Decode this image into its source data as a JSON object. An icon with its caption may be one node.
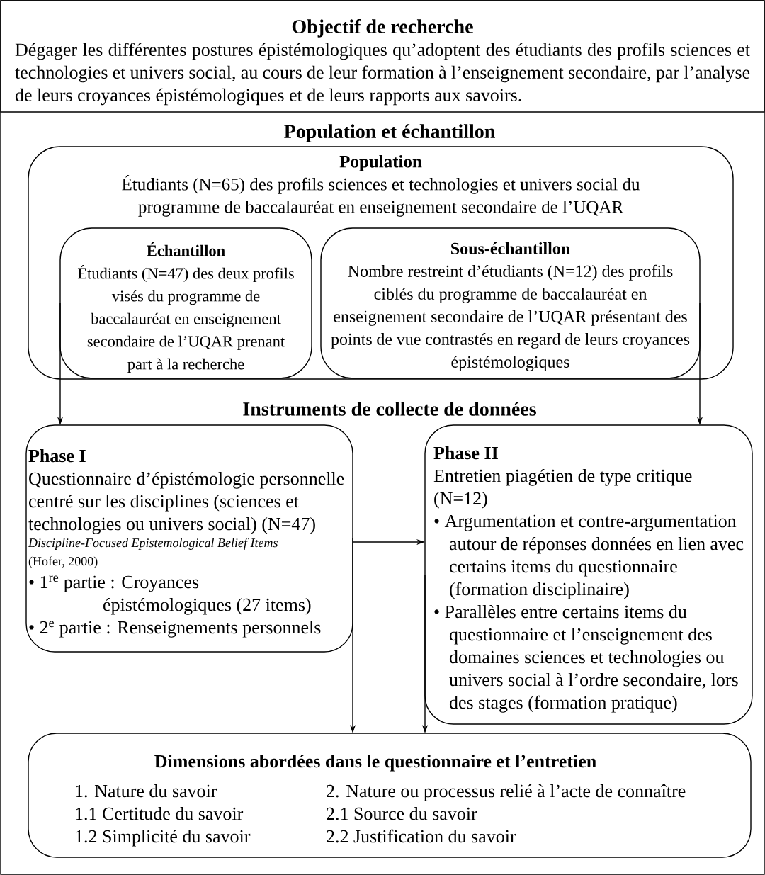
{
  "diagram": {
    "nodes": [
      {
        "text": [
          "Objectif de recherche",
          "Dégager les différentes postures épistémologiques qu’adoptent des étudiants des profils sciences et technologies et univers social, au cours de leur formation à l’enseignement secondaire, par l’analyse de leurs croyances épistémologiques et de leurs rapports aux savoirs."
        ]
      },
      {
        "text": [
          "Population",
          "Étudiants (N=65) des profils sciences et technologies et univers social du programme de baccalauréat en enseignement secondaire de l’UQAR"
        ]
      },
      {
        "text": [
          "Échantillon",
          "Étudiants (N=47) des deux profils visés du programme de baccalauréat en enseignement secondaire de l’UQAR prenant part à la recherche"
        ],
        "in": 1
      },
      {
        "text": [
          "Sous-échantillon",
          "Nombre restreint d’étudiants (N=12) des profils ciblés du programme de baccalauréat en enseignement secondaire de l’UQAR présentant des points de vue contrastés en regard de leurs croyances épistémologiques"
        ],
        "in": 1
      },
      {
        "text": [
          "Phase I",
          "Questionnaire d’épistémologie personnelle centré sur les disciplines (sciences et technologies ou univers social) (N=47)",
          "Discipline-Focused Epistemological Belief Items",
          "(Hofer, 2000)",
          "• 1$^{re}$ partie : Croyances épistémologiques (27 items)",
          "• 2$^{e}$ partie : Renseignements personnels"
        ]
      },
      {
        "text": [
          "Phase II",
          "Entretien piagétien de type critique (N=12)",
          "• Argumentation et contre-argumentation autour de réponses données en lien avec certains items du questionnaire (formation disciplinaire)",
          "• Parallèles entre certains items du questionnaire et l’enseignement des domaines sciences et technologies ou univers social à l’ordre secondaire, lors des stages (formation pratique)"
        ]
      },
      {
        "text": [
          "Dimensions abordées dans le questionnaire et l’entretien",
          "1. Nature du savoir",
          "2. Nature ou processus relié à l’acte de connaître",
          "1.1 Certitude du savoir",
          "2.1 Source du savoir",
          "1.2 Simplicité du savoir",
          "2.2 Justification du savoir"
        ]
      }
    ],
    "edges": [
      {
        "from": 2,
        "to": 4,
        "arrow": "to"
      },
      {
        "from": 3,
        "to": 5,
        "arrow": "to"
      },
      {
        "from": 4,
        "to": 5,
        "arrow": "to"
      },
      {
        "from": 4,
        "to": 6,
        "arrow": "to"
      },
      {
        "from": 5,
        "to": 6,
        "arrow": "to"
      }
    ],
    "labels": [
      "Population et échantillon",
      "Instruments de collecte de données"
    ]
  }
}
